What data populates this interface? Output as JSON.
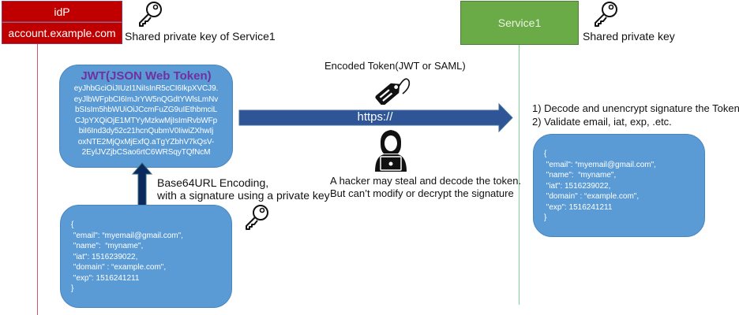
{
  "actors": {
    "idp": {
      "name": "idP",
      "domain": "account.example.com",
      "key_caption": "Shared private key of Service1",
      "color": "#c00000"
    },
    "service": {
      "name": "Service1",
      "key_caption": "Shared private key",
      "color": "#6aab47"
    }
  },
  "jwt": {
    "title": "JWT(JSON Web Token)",
    "lines": [
      "eyJhbGciOiJIUzI1NiIsInR5cCI6IkpXVCJ9.",
      "eyJlbWFpbCI6ImJrYW5nQGdtYWlsLmNv",
      "bSIsIm5hbWUiOiJCcmFuZG9uIEthbmciL",
      "CJpYXQiOjE1MTYyMzkwMjIsImRvbWFp",
      "biI6Ind3dy52c21hcnQubmV0IiwiZXhwIj",
      "oxNTE2MjQxMjExfQ.aTgYZbhV7kQsV-",
      "2EylJVZjbCSao6rtC6WRSqyTQfNcM"
    ]
  },
  "encoding_note": {
    "line1": "Base64URL Encoding,",
    "line2": "with a signature using a private key"
  },
  "payload": {
    "lines": [
      "{",
      " \"email\": “myemail@gmail.com\",",
      " \"name\":  “myname\",",
      " \"iat\": 1516239022,",
      " \"domain\" : “example.com\",",
      " \"exp\": 1516241211",
      "}"
    ]
  },
  "transport": {
    "token_label": "Encoded Token(JWT or SAML)",
    "protocol": "https://",
    "arrow_color": "#2f5597"
  },
  "hacker_note": {
    "line1": "A hacker may steal and decode the token.",
    "line2": "But can’t modify or decrypt the signature"
  },
  "service_steps": [
    "1) Decode and unencrypt signature the Token",
    "2) Validate email, iat, exp, .etc."
  ],
  "icons": {
    "key": "key-icon",
    "tag": "tag-icon",
    "hacker": "hacker-icon"
  }
}
